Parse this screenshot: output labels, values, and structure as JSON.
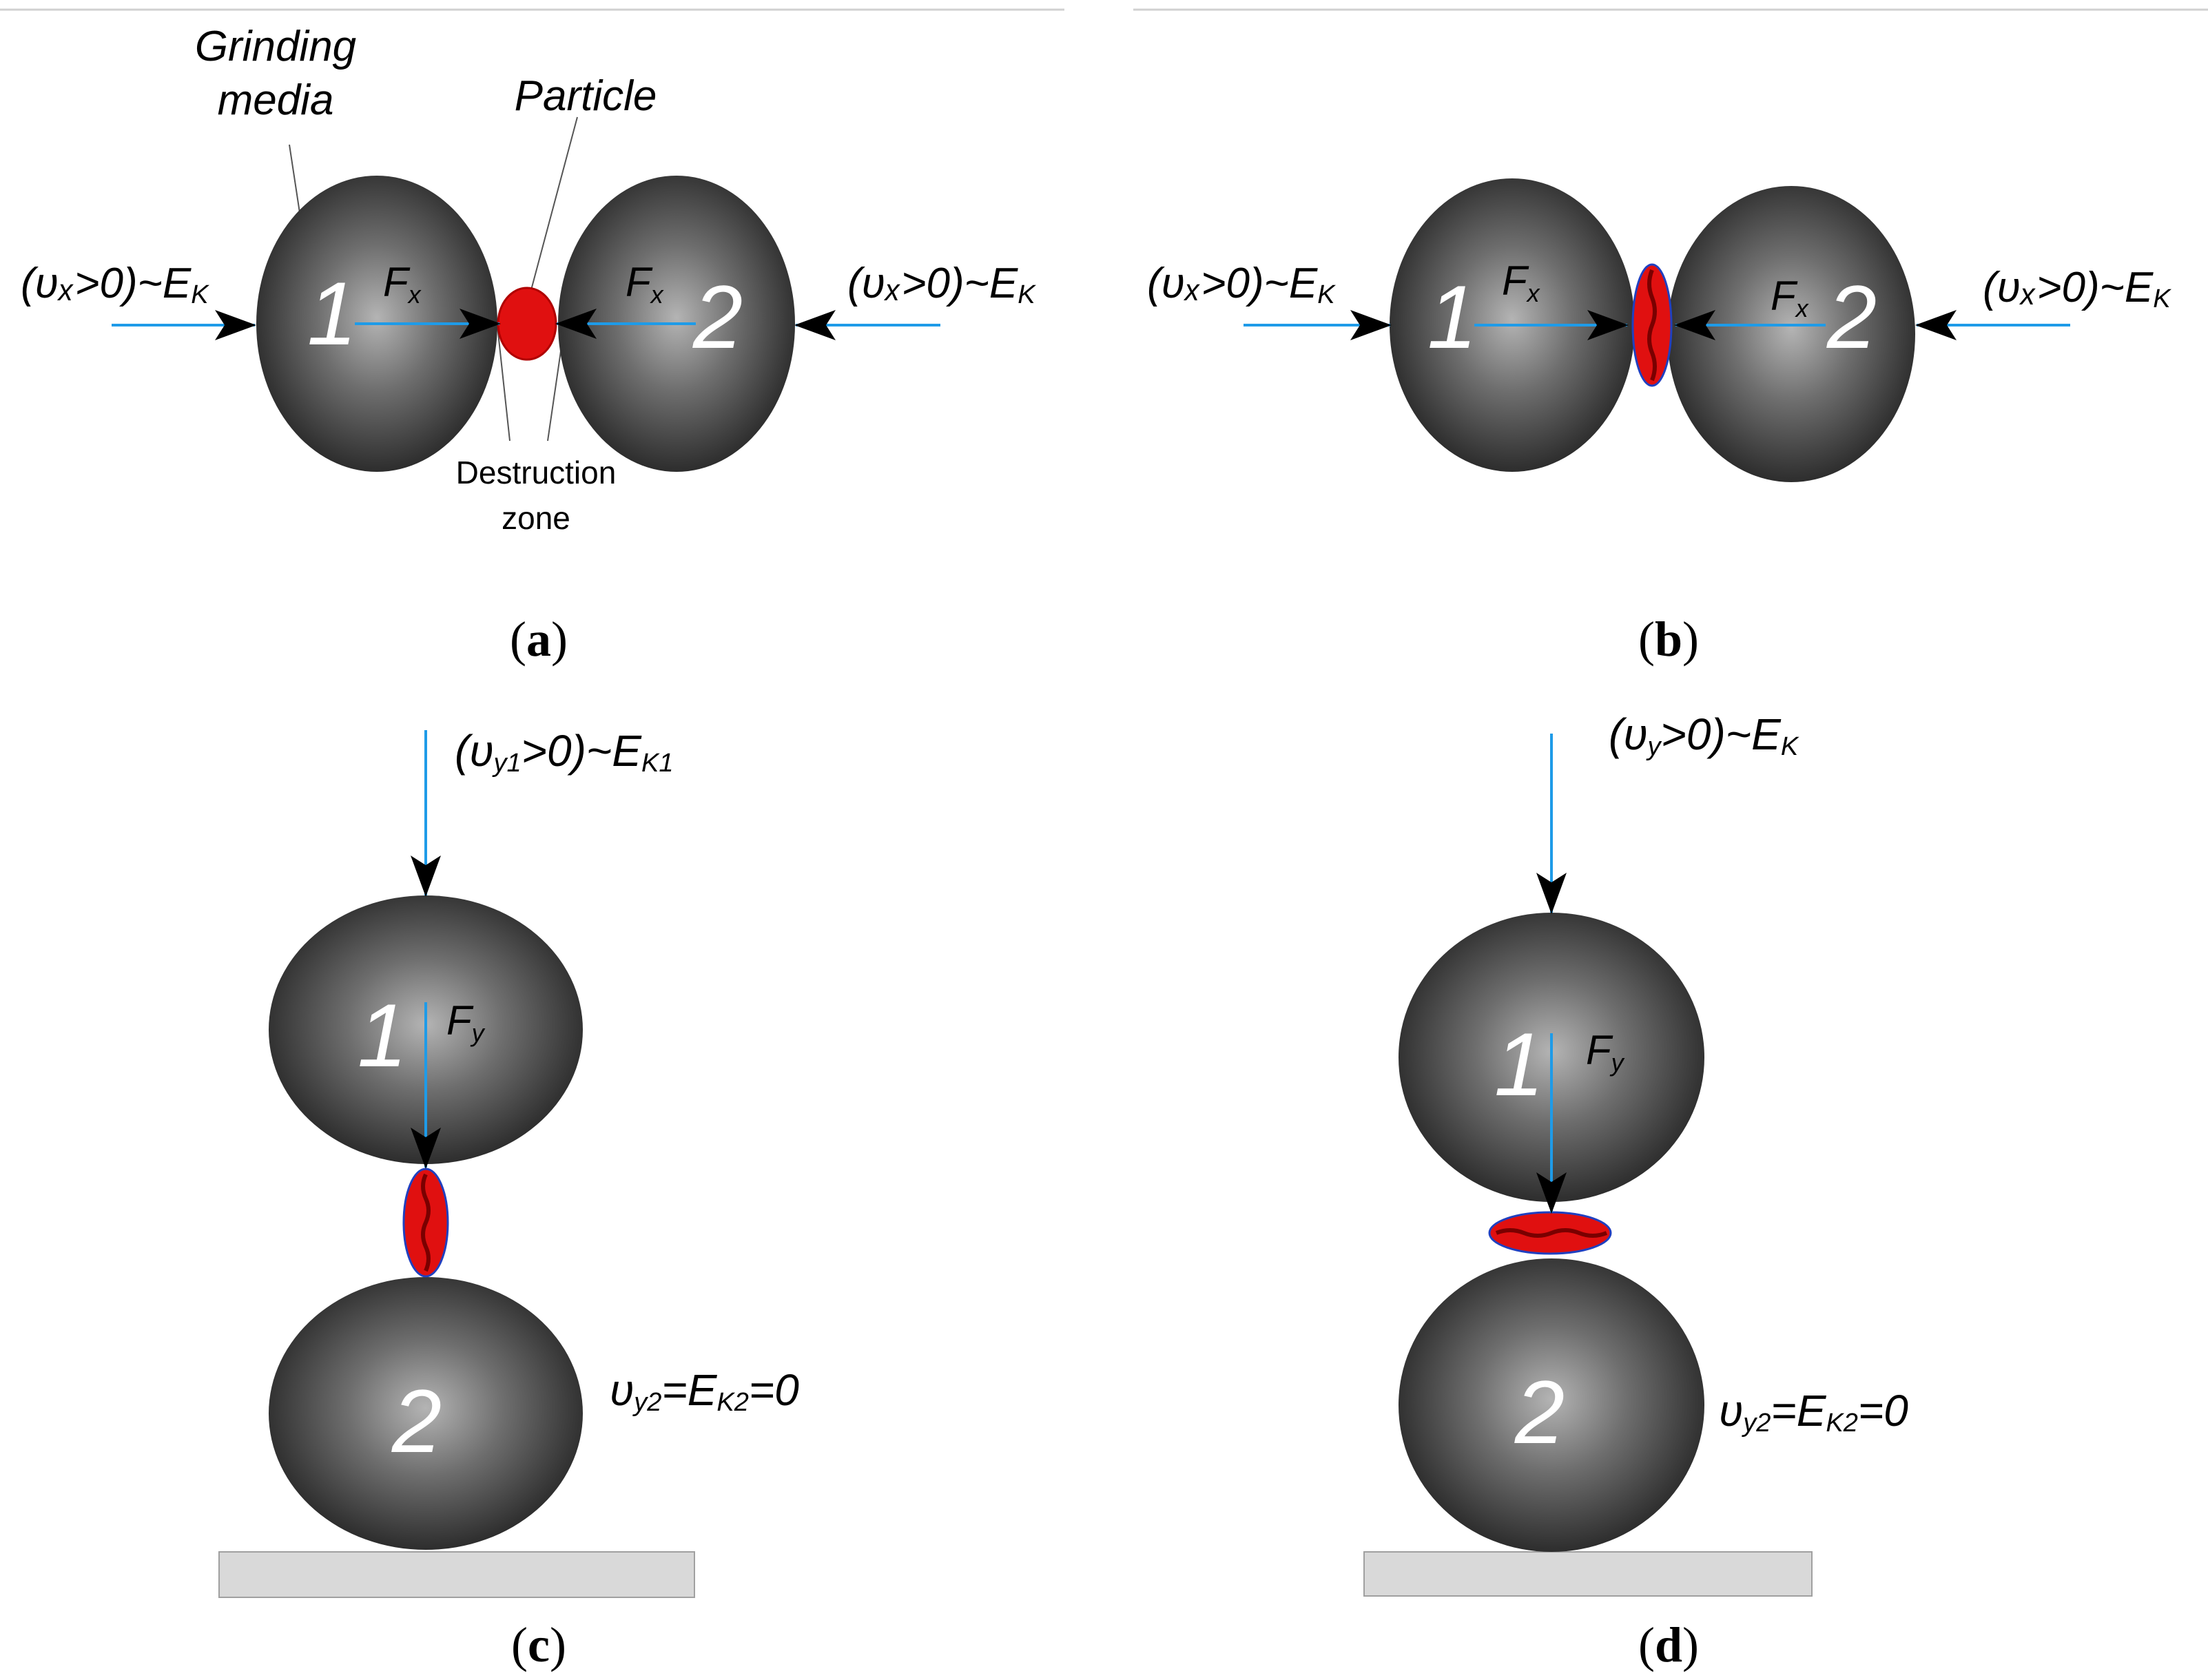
{
  "panels": {
    "a": {
      "caption_open": "(",
      "caption_letter": "a",
      "caption_close": ")",
      "label_grinding_line1": "Grinding",
      "label_grinding_line2": "media",
      "label_particle": "Particle",
      "label_destruction_line1": "Destruction",
      "label_destruction_line2": "zone",
      "velocity_left": "(υₓ>0)~E",
      "velocity_left_sub": "K",
      "velocity_right": "(υₓ>0)~E",
      "velocity_right_sub": "K",
      "force_left": "F",
      "force_left_sub": "x",
      "force_right": "F",
      "force_right_sub": "x",
      "ball_1": "1",
      "ball_2": "2"
    },
    "b": {
      "caption_open": "(",
      "caption_letter": "b",
      "caption_close": ")",
      "velocity_left": "(υₓ>0)~E",
      "velocity_left_sub": "K",
      "velocity_right": "(υₓ>0)~E",
      "velocity_right_sub": "K",
      "force_left": "F",
      "force_left_sub": "x",
      "force_right": "F",
      "force_right_sub": "x",
      "ball_1": "1",
      "ball_2": "2"
    },
    "c": {
      "caption_open": "(",
      "caption_letter": "c",
      "caption_close": ")",
      "velocity_top_a": "(υ",
      "velocity_top_sub1": "y1",
      "velocity_top_b": ">0)~E",
      "velocity_top_sub2": "K1",
      "force": "F",
      "force_sub": "y",
      "bottom_a": "υ",
      "bottom_sub1": "y2",
      "bottom_b": "=E",
      "bottom_sub2": "K2",
      "bottom_c": "=0",
      "ball_1": "1",
      "ball_2": "2"
    },
    "d": {
      "caption_open": "(",
      "caption_letter": "d",
      "caption_close": ")",
      "velocity_top_a": "(υ",
      "velocity_top_sub1": "y",
      "velocity_top_b": ">0)~E",
      "velocity_top_sub2": "K",
      "force": "F",
      "force_sub": "y",
      "bottom_a": "υ",
      "bottom_sub1": "y2",
      "bottom_b": "=E",
      "bottom_sub2": "K2",
      "bottom_c": "=0",
      "ball_1": "1",
      "ball_2": "2"
    }
  },
  "colors": {
    "ball_center": "#a8a8a8",
    "ball_edge": "#2a2a2a",
    "particle": "#e01010",
    "particle_dark": "#7a0000",
    "arrow_line": "#1e9be8",
    "arrow_head": "#000000",
    "floor": "#d9d9d9"
  }
}
